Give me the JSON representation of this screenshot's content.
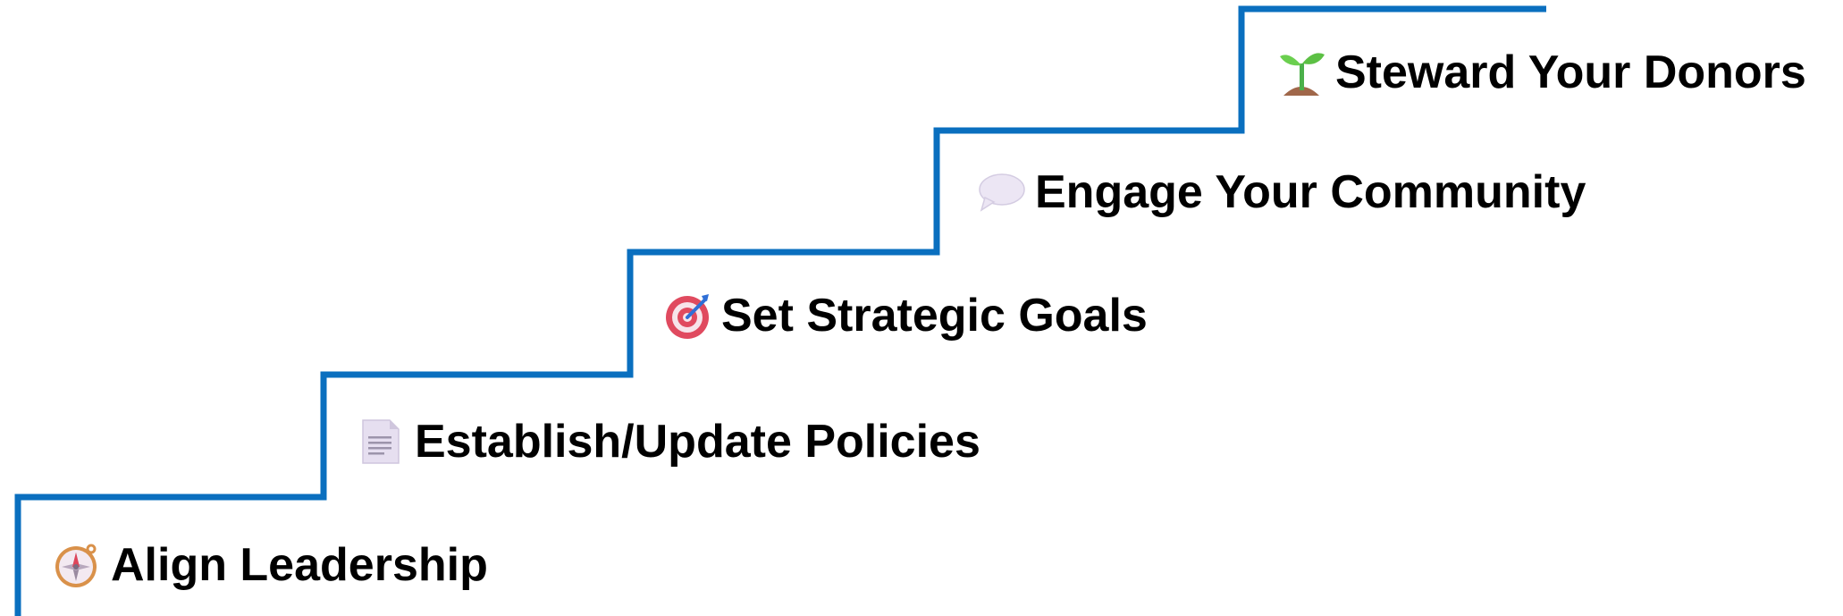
{
  "colors": {
    "stair_line": "#0a6fbf",
    "label_text": "#000000"
  },
  "steps": [
    {
      "label": "Align Leadership",
      "icon": "compass-icon"
    },
    {
      "label": "Establish/Update Policies",
      "icon": "document-icon"
    },
    {
      "label": "Set Strategic Goals",
      "icon": "target-icon"
    },
    {
      "label": "Engage Your Community",
      "icon": "speech-bubble-icon"
    },
    {
      "label": "Steward Your Donors",
      "icon": "seedling-icon"
    }
  ]
}
